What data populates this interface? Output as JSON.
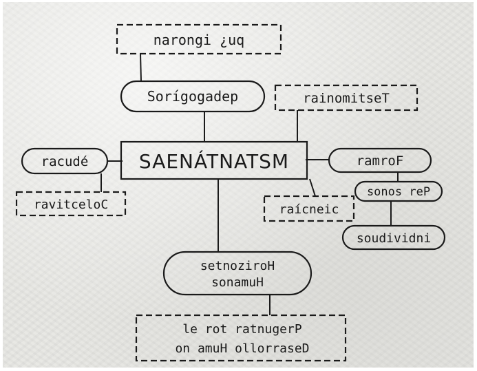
{
  "diagram": {
    "colors": {
      "ink": "#1a1a1a",
      "paper": "#e6e6e2"
    },
    "nodes": {
      "top_box": "narongi ¿uq",
      "oval_top": "Sorígogadep",
      "right_top_box": "rainomitseT",
      "center": "SAENÁTNATSM",
      "left_oval": "racudé",
      "left_box": "ravitceloC",
      "right_oval_form": "ramroF",
      "right_oval_persons": "sonos reP",
      "right_box_center": "raícneic",
      "right_oval_individuals": "soudividni",
      "bottom_oval": [
        "setnoziroH",
        "sonamuH"
      ],
      "bottom_box": [
        "le rot ratnugerP",
        "on amuH ollorraseD"
      ]
    }
  }
}
